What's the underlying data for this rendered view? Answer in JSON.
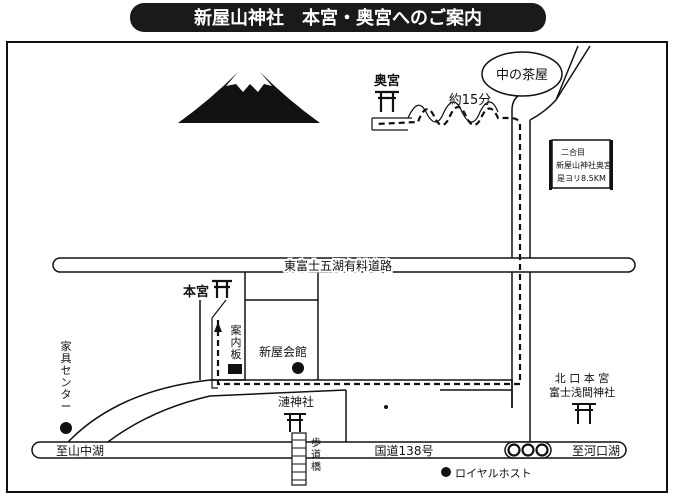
{
  "title": "新屋山神社　本宮・奥宮へのご案内",
  "labels": {
    "okumiya": "奥宮",
    "walk_time": "約15分",
    "naka_chaya": "中の茶屋",
    "sign_line1": "二合目",
    "sign_line2": "新屋山神社奥宮",
    "sign_line3": "是ヨリ8.5KM",
    "toll_road": "東富士五湖有料道路",
    "hongu": "本宮",
    "guide_board": "案内板",
    "kaikan": "新屋会館",
    "kagu_center": "家具センター",
    "kitaguchi_line1": "北 口 本 宮",
    "kitaguchi_line2": "富士浅間神社",
    "sazanami": "漣神社",
    "footbridge": "歩道橋",
    "yamanakako": "至山中湖",
    "route138": "国道138号",
    "kawaguchiko": "至河口湖",
    "royal_host": "ロイヤルホスト"
  },
  "colors": {
    "ink": "#111111",
    "title_bg": "#1a1a1a",
    "title_text": "#ffffff"
  }
}
